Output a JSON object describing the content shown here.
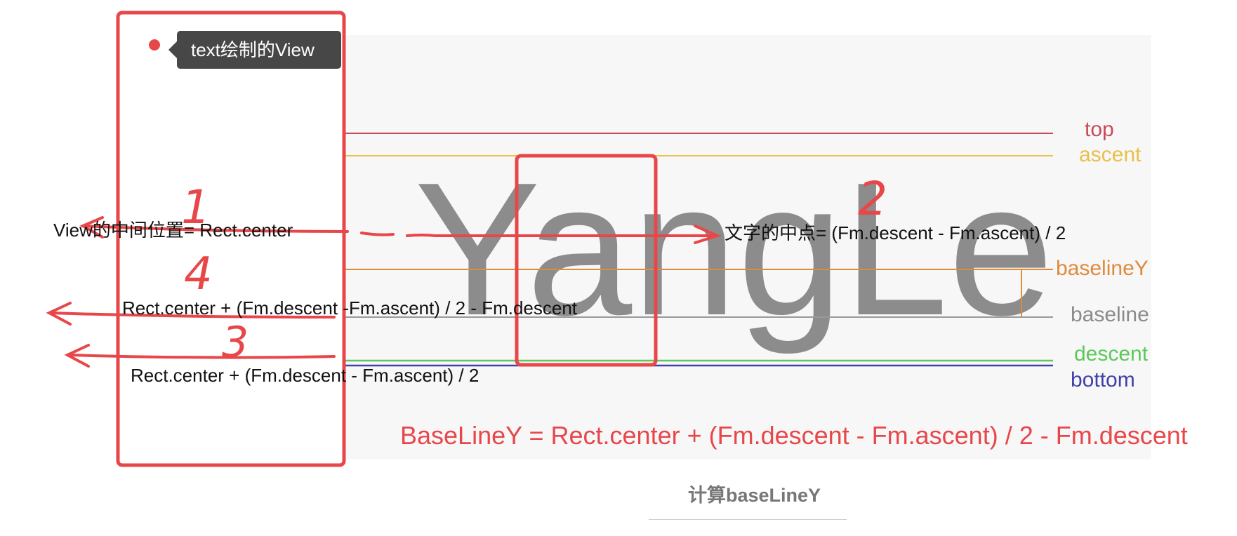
{
  "tooltip": {
    "text": "text绘制的View"
  },
  "sample_text": "YangLe",
  "metric_lines": {
    "top": {
      "label": "top",
      "color": "#c94a5a"
    },
    "ascent": {
      "label": "ascent",
      "color": "#e8c04a"
    },
    "baselineY": {
      "label": "baselineY",
      "color": "#e08a3c"
    },
    "baseline": {
      "label": "baseline",
      "color": "#8a8a8a"
    },
    "descent": {
      "label": "descent",
      "color": "#5cc85c"
    },
    "bottom": {
      "label": "bottom",
      "color": "#4040a8"
    }
  },
  "annotations": {
    "view_center": "View的中间位置= Rect.center",
    "text_center": "文字的中点= (Fm.descent - Fm.ascent) / 2",
    "step4_formula": "Rect.center + (Fm.descent -Fm.ascent) / 2 - Fm.descent",
    "step3_formula": "Rect.center + (Fm.descent - Fm.ascent) / 2"
  },
  "step_numbers": {
    "one": "1",
    "two": "2",
    "three": "3",
    "four": "4"
  },
  "final_formula": "BaseLineY = Rect.center + (Fm.descent - Fm.ascent) / 2 - Fm.descent",
  "caption": "计算baseLineY",
  "colors": {
    "annotation_red": "#e8474a",
    "sample_text_gray": "#8c8c8c",
    "tooltip_bg": "#474747"
  }
}
